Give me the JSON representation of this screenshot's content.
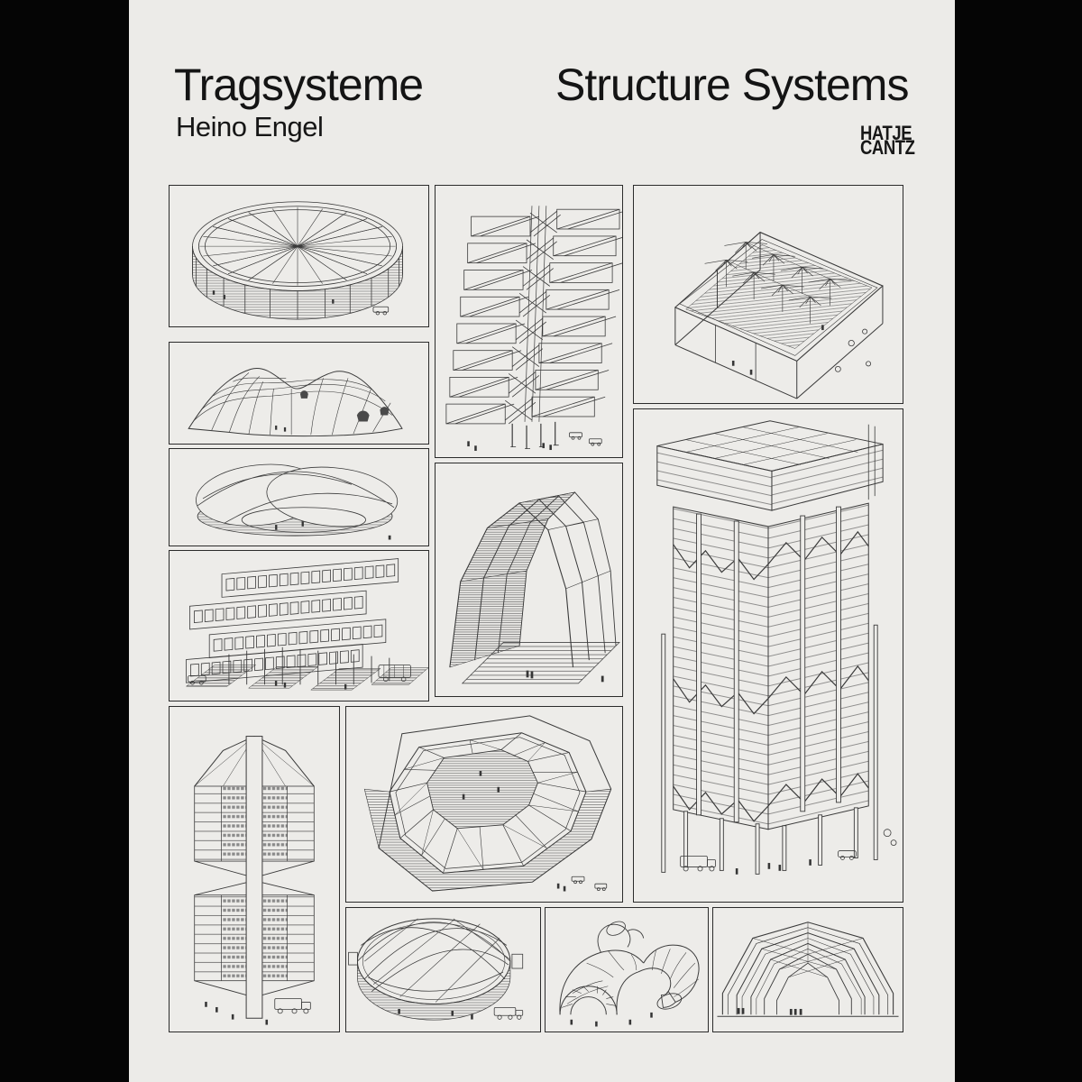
{
  "cover": {
    "title_de": "Tragsysteme",
    "title_en": "Structure Systems",
    "author": "Heino Engel",
    "publisher_line1": "HATJE",
    "publisher_line2": "CANTZ"
  },
  "colors": {
    "page_background": "#ecebe8",
    "side_bars": "#050505",
    "ink": "#3a3a3a",
    "panel_border": "#2b2b2b"
  },
  "panels": [
    {
      "name": "circular-truss-hall"
    },
    {
      "name": "freeform-gridshell"
    },
    {
      "name": "intersecting-shell-domes"
    },
    {
      "name": "elevated-slab-blocks"
    },
    {
      "name": "suspended-core-tower"
    },
    {
      "name": "space-frame-stack"
    },
    {
      "name": "pointed-arch-hall"
    },
    {
      "name": "oval-ring-stadium"
    },
    {
      "name": "braced-oval-dome"
    },
    {
      "name": "branching-tube-vaults"
    },
    {
      "name": "nested-portal-arches"
    },
    {
      "name": "mast-tent-box-hall"
    },
    {
      "name": "trussed-high-rise"
    }
  ]
}
